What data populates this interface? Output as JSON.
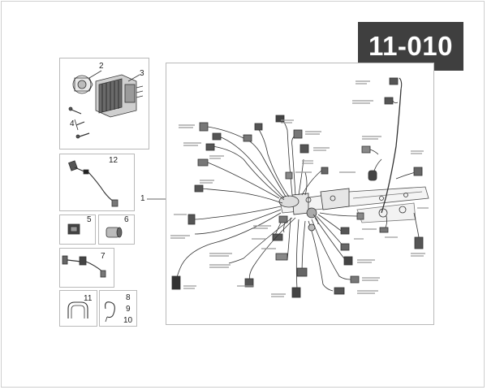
{
  "diagram": {
    "section_code": "11-010",
    "callouts": {
      "c1": "1",
      "c2": "2",
      "c3": "3",
      "c4": "4",
      "c5": "5",
      "c6": "6",
      "c7": "7",
      "c8": "8",
      "c9": "9",
      "c10": "10",
      "c11": "11",
      "c12": "12"
    }
  }
}
